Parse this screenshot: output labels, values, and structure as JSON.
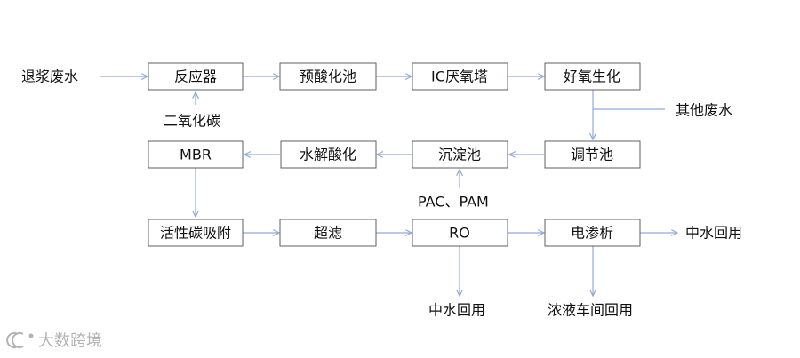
{
  "diagram": {
    "colors": {
      "arrow": "#8eaadb",
      "box_border": "#5f5f5f",
      "text": "#111111",
      "watermark": "#9a9a9a"
    },
    "boxes": {
      "reactor": "反应器",
      "pre_acid_tank": "预酸化池",
      "ic_tower": "IC厌氧塔",
      "aerobic": "好氧生化",
      "mbr": "MBR",
      "hydrolysis": "水解酸化",
      "sediment_tank": "沉淀池",
      "regulating_tank": "调节池",
      "activated_carbon": "活性碳吸附",
      "ultrafiltration": "超滤",
      "ro": "RO",
      "electrodialysis": "电渗析"
    },
    "labels": {
      "input": "退浆废水",
      "co2": "二氧化碳",
      "other_wastewater": "其他废水",
      "pac_pam": "PAC、PAM",
      "reuse_right": "中水回用",
      "reuse_ro": "中水回用",
      "concentrate_reuse": "浓液车间回用"
    },
    "watermark": {
      "icon": "logo-icon",
      "text": "大数跨境"
    }
  }
}
